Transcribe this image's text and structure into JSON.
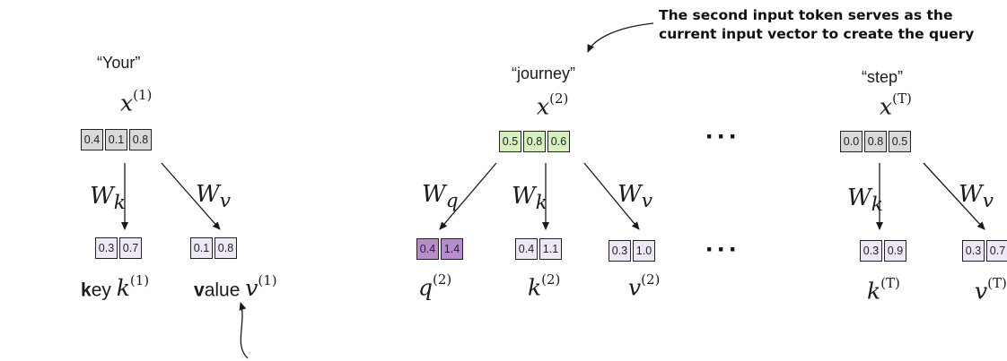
{
  "tokens": {
    "first": {
      "word": "“Your”",
      "x_base": "x",
      "x_sup": "(1)",
      "x_vec": [
        "0.4",
        "0.1",
        "0.8"
      ]
    },
    "second": {
      "word": "“journey”",
      "x_base": "x",
      "x_sup": "(2)",
      "x_vec": [
        "0.5",
        "0.8",
        "0.6"
      ]
    },
    "last": {
      "word": "“step”",
      "x_base": "x",
      "x_sup": "(T)",
      "x_vec": [
        "0.0",
        "0.8",
        "0.5"
      ]
    }
  },
  "weights": {
    "wk_base": "W",
    "wk_sub": "k",
    "wv_base": "W",
    "wv_sub": "v",
    "wq_base": "W",
    "wq_sub": "q"
  },
  "outputs": {
    "k1_vec": [
      "0.3",
      "0.7"
    ],
    "v1_vec": [
      "0.1",
      "0.8"
    ],
    "q2_vec": [
      "0.4",
      "1.4"
    ],
    "k2_vec": [
      "0.4",
      "1.1"
    ],
    "v2_vec": [
      "0.3",
      "1.0"
    ],
    "kT_vec": [
      "0.3",
      "0.9"
    ],
    "vT_vec": [
      "0.3",
      "0.7"
    ]
  },
  "labels": {
    "key_first_letter": "k",
    "key_rest": "ey ",
    "key_var": "k",
    "key_sup": "(1)",
    "value_first_letter": "v",
    "value_rest": "alue ",
    "value_var": "v",
    "value_sup": "(1)",
    "q2_var": "q",
    "q2_sup": "(2)",
    "k2_var": "k",
    "k2_sup": "(2)",
    "v2_var": "v",
    "v2_sup": "(2)",
    "kT_var": "k",
    "kT_sup": "(T)",
    "vT_var": "v",
    "vT_sup": "(T)"
  },
  "ellipsis": "···",
  "annotation": {
    "line1": "The second input token serves as the",
    "line2": "current input vector to create the query"
  },
  "colors": {
    "input_gray": "#d9d9d9",
    "input_green": "#d6f0c0",
    "kv_lavender": "#eee8f6",
    "query_purple": "#b98cd0"
  }
}
